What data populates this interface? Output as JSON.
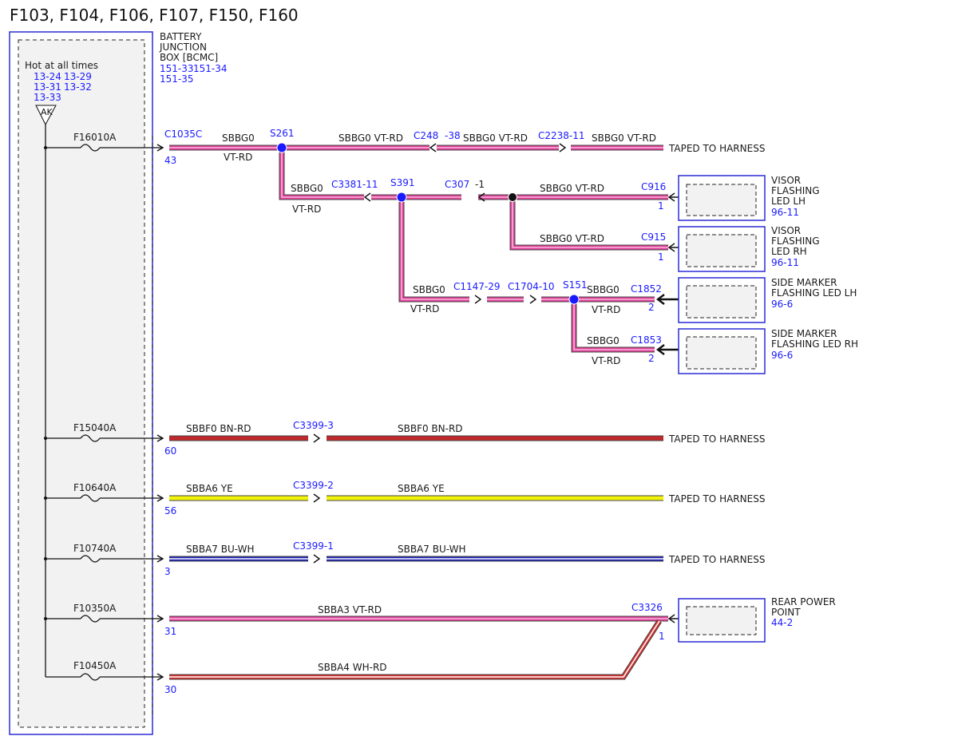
{
  "title": "F103, F104, F106, F107, F150, F160",
  "colors": {
    "vt_rd_main": "#e0409a",
    "vt_rd_stripe": "#f7b6d8",
    "bn_rd": "#c0282c",
    "ye": "#f2f20a",
    "bu_wh": "#1e24b4",
    "wh_rd_stripe": "#d43030",
    "connector_blue": "#1a1aff",
    "box_fill": "#f2f2f2"
  },
  "bjb": {
    "name_lines": [
      "BATTERY",
      "JUNCTION",
      "BOX [BCMC]"
    ],
    "refs": [
      "151-33",
      "151-34",
      "151-35"
    ],
    "hot_label": "Hot at all times",
    "hot_refs": [
      "13-24",
      "13-29",
      "13-31",
      "13-32",
      "13-33"
    ],
    "ak_label": "AK"
  },
  "fuses": [
    {
      "label": "F16010A",
      "pin": "43"
    },
    {
      "label": "F15040A",
      "pin": "60"
    },
    {
      "label": "F10640A",
      "pin": "56"
    },
    {
      "label": "F10740A",
      "pin": "3"
    },
    {
      "label": "F10350A",
      "pin": "31"
    },
    {
      "label": "F10450A",
      "pin": "30"
    }
  ],
  "wires": {
    "w1_a_code": "SBBG0",
    "w1_a_color": "VT-RD",
    "w1_b": "SBBG0  VT-RD",
    "w1_c": "SBBG0  VT-RD",
    "w1_d": "SBBG0  VT-RD",
    "w_s391_a_code": "SBBG0",
    "w_s391_a_color": "VT-RD",
    "w_c916": "SBBG0  VT-RD",
    "w_c915": "SBBG0  VT-RD",
    "w_s391_b_code": "SBBG0",
    "w_s391_b_color": "VT-RD",
    "w_c1852_code": "SBBG0",
    "w_c1852_color": "VT-RD",
    "w_c1853_code": "SBBG0",
    "w_c1853_color": "VT-RD",
    "w_bn_1": "SBBF0  BN-RD",
    "w_bn_2": "SBBF0  BN-RD",
    "w_ye_1": "SBBA6  YE",
    "w_ye_2": "SBBA6  YE",
    "w_bu_1": "SBBA7  BU-WH",
    "w_bu_2": "SBBA7  BU-WH",
    "w_sbba3": "SBBA3  VT-RD",
    "w_sbba4": "SBBA4  WH-RD"
  },
  "connectors": {
    "c1035c": "C1035C",
    "s261": "S261",
    "c248": "C248",
    "c248_pin": "-38",
    "c2238": "C2238-11",
    "c3381": "C3381-11",
    "s391": "S391",
    "c307": "C307",
    "c307_pin": "-1",
    "c916": "C916",
    "c916_pin": "1",
    "c915": "C915",
    "c915_pin": "1",
    "c1147": "C1147-29",
    "c1704": "C1704-10",
    "s151": "S151",
    "c1852": "C1852",
    "c1852_pin": "2",
    "c1853": "C1853",
    "c1853_pin": "2",
    "c3399_3": "C3399-3",
    "c3399_2": "C3399-2",
    "c3399_1": "C3399-1",
    "c3326": "C3326",
    "c3326_pin": "1"
  },
  "taped_label": "TAPED TO HARNESS",
  "components": [
    {
      "lines": [
        "VISOR",
        "FLASHING",
        "LED LH"
      ],
      "ref": "96-11"
    },
    {
      "lines": [
        "VISOR",
        "FLASHING",
        "LED RH"
      ],
      "ref": "96-11"
    },
    {
      "lines": [
        "SIDE MARKER",
        "FLASHING LED LH"
      ],
      "ref": "96-6"
    },
    {
      "lines": [
        "SIDE MARKER",
        "FLASHING LED RH"
      ],
      "ref": "96-6"
    },
    {
      "lines": [
        "REAR POWER",
        "POINT"
      ],
      "ref": "44-2"
    }
  ]
}
